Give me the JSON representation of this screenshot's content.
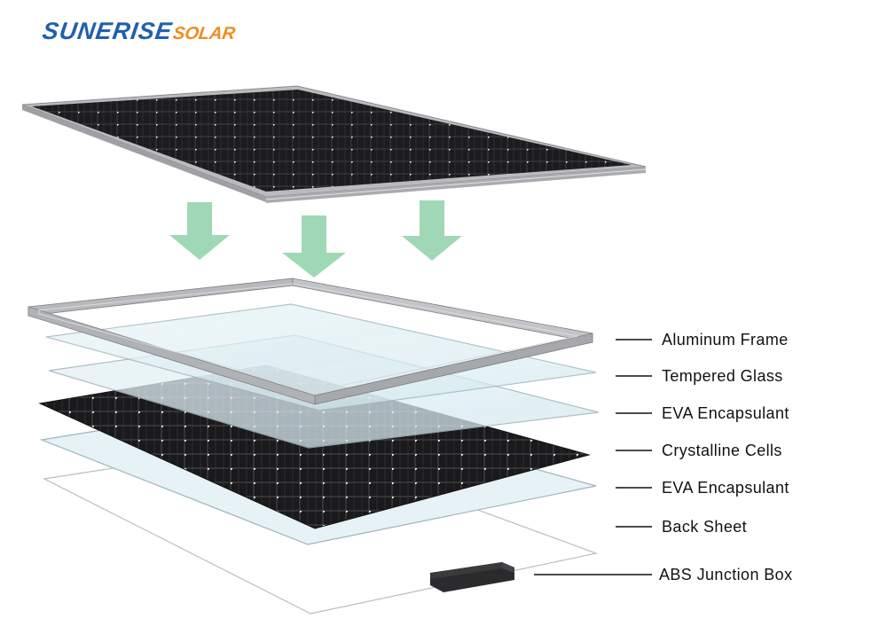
{
  "logo": {
    "brand": "SUNERISE",
    "brand_suffix": "SOLAR"
  },
  "colors": {
    "brand_blue": "#1f5fb3",
    "brand_orange": "#f08c1e",
    "arrow_green": "#9fd8b4"
  },
  "layers": [
    {
      "label": "Aluminum Frame"
    },
    {
      "label": "Tempered Glass"
    },
    {
      "label": "EVA Encapsulant"
    },
    {
      "label": "Crystalline Cells"
    },
    {
      "label": "EVA Encapsulant"
    },
    {
      "label": "Back Sheet"
    },
    {
      "label": "ABS Junction Box"
    }
  ]
}
